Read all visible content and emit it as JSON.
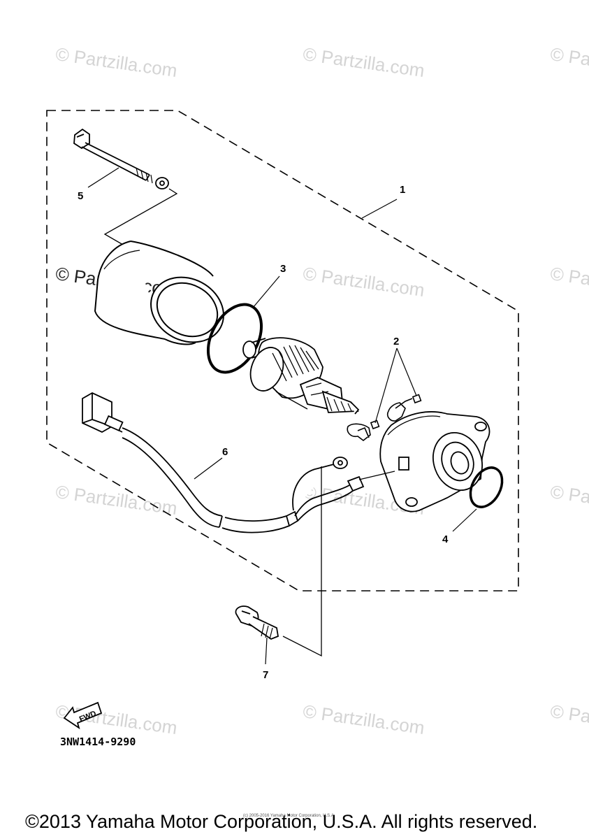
{
  "watermark": "© Partzilla.com",
  "callouts": {
    "c1": "1",
    "c2": "2",
    "c3": "3",
    "c4": "4",
    "c5": "5",
    "c6": "6",
    "c7": "7"
  },
  "fwd_label": "FWD",
  "catalog_number": "3NW1414-9290",
  "copyright": "©2013 Yamaha Motor Corporation, U.S.A. All rights reserved.",
  "small_copyright": "(c) 2005-2016 Yamaha Motor Corporation, U.S.A."
}
